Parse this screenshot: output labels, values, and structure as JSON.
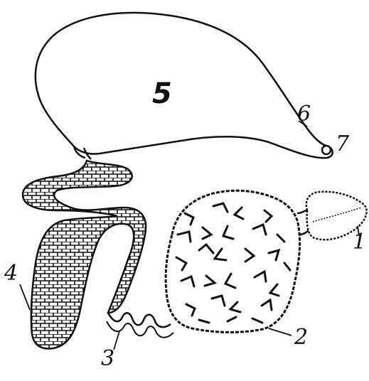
{
  "figure": {
    "labels": {
      "ovary": "1",
      "cortex": "2",
      "duct_thin": "3",
      "duct_glandular": "4",
      "reservoir": "5",
      "neck": "6",
      "tip": "7"
    },
    "ink_color": "#111111",
    "paper_color": "#ffffff"
  }
}
